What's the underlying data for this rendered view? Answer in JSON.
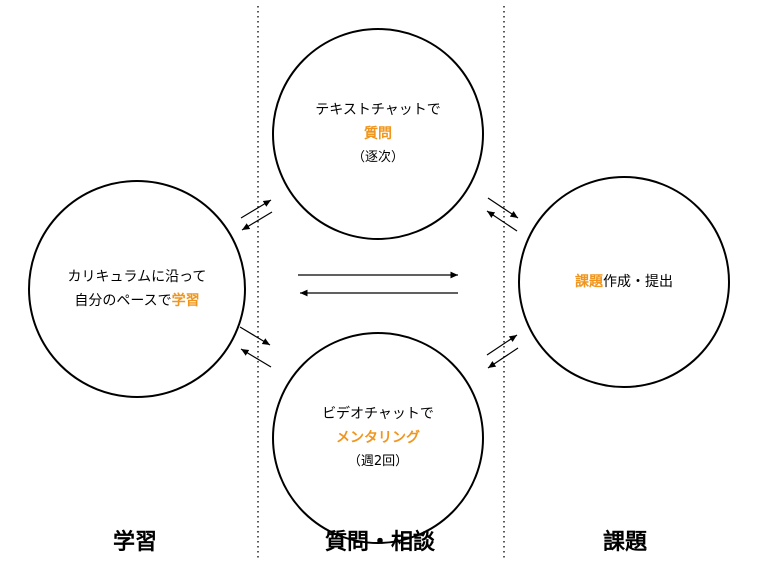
{
  "columns": {
    "left": "学習",
    "middle": "質問・相談",
    "right": "課題"
  },
  "circles": {
    "learning": {
      "line1": "カリキュラムに沿って",
      "line2_prefix": "自分のペースで",
      "line2_accent": "学習"
    },
    "text_chat": {
      "line1": "テキストチャットで",
      "accent": "質問",
      "note": "（逐次）"
    },
    "video_chat": {
      "line1": "ビデオチャットで",
      "accent": "メンタリング",
      "note": "（週2回）"
    },
    "assignment": {
      "accent": "課題",
      "suffix": "作成・提出"
    }
  },
  "colors": {
    "accent": "#f0961e",
    "line": "#000000"
  }
}
